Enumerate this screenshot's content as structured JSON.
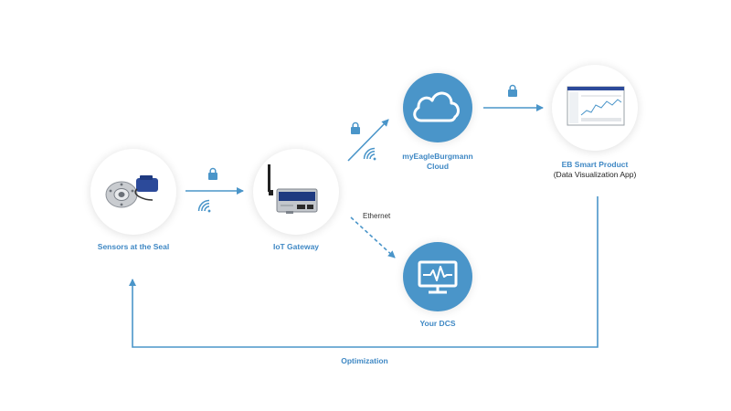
{
  "colors": {
    "accent": "#3f88c4",
    "node_blue": "#4a95c9",
    "line": "#4a95c9"
  },
  "nodes": {
    "sensors": {
      "label": "Sensors at the Seal"
    },
    "gateway": {
      "label": "IoT Gateway"
    },
    "cloud": {
      "label_line1": "myEagleBurgmann",
      "label_line2": "Cloud",
      "icon": "cloud-icon"
    },
    "product": {
      "label": "EB Smart Product",
      "sublabel": "(Data Visualization App)"
    },
    "dcs": {
      "label": "Your DCS",
      "icon": "monitor-pulse-icon"
    }
  },
  "links": {
    "ethernet_label": "Ethernet",
    "optimization_label": "Optimization"
  },
  "icons": [
    "lock-icon",
    "wifi-icon",
    "cloud-icon",
    "monitor-pulse-icon"
  ]
}
